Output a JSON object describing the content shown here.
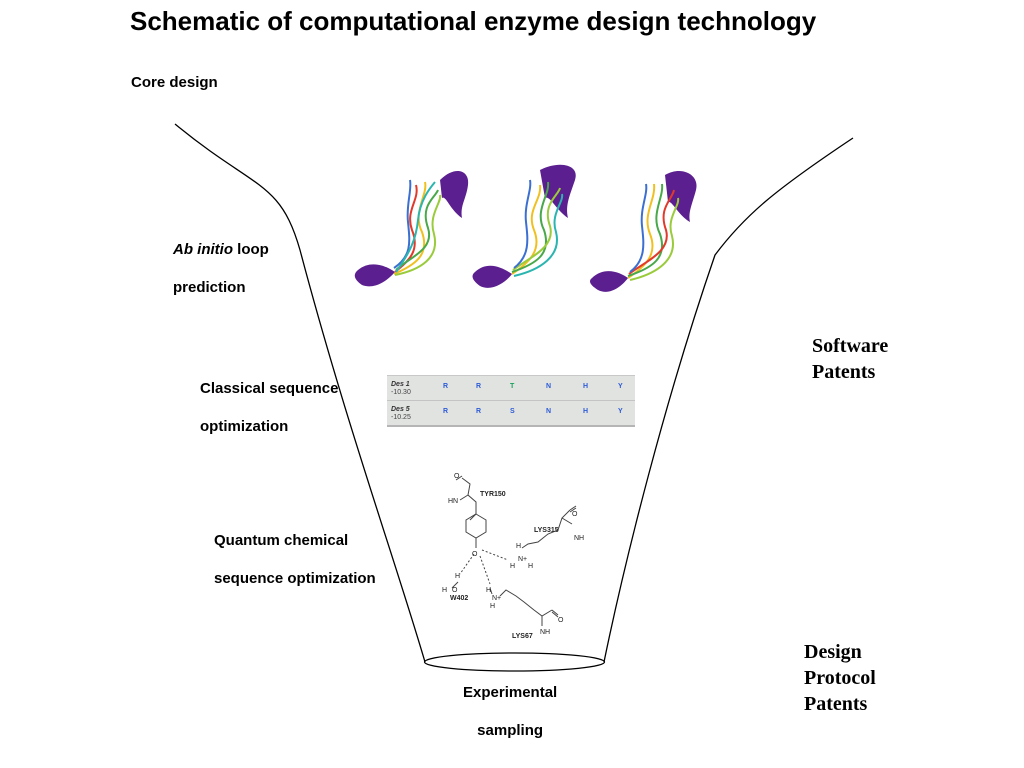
{
  "title": "Schematic of computational enzyme design technology",
  "core_design": "Core design",
  "steps": {
    "ab_initio_italic": "Ab initio",
    "ab_initio_rest": " loop",
    "ab_initio_line2": "prediction",
    "classical_line1": "Classical sequence",
    "classical_line2": "optimization",
    "quantum_line1": "Quantum chemical",
    "quantum_line2": "sequence optimization",
    "experimental_line1": "Experimental",
    "experimental_line2": "sampling"
  },
  "patents": {
    "software_line1": "Software",
    "software_line2": "Patents",
    "design_line1": "Design",
    "design_line2": "Protocol",
    "design_line3": "Patents"
  },
  "sequence_table": {
    "rows": [
      {
        "name": "Des 1",
        "score": "-10.30",
        "residues": [
          "R",
          "R",
          "T",
          "N",
          "H",
          "Y"
        ]
      },
      {
        "name": "Des 5",
        "score": "-10.25",
        "residues": [
          "R",
          "R",
          "S",
          "N",
          "H",
          "Y"
        ]
      }
    ]
  },
  "molecule_labels": {
    "tyr": "TYR150",
    "lys315": "LYS315",
    "lys67": "LYS67",
    "w402": "W402",
    "hn": "HN",
    "nh": "NH",
    "o_minus": "O",
    "o": "O",
    "h": "H",
    "n_plus": "N+"
  },
  "colors": {
    "accent_purple": "#5b1f8f",
    "residue_blue": "#2b5ad6",
    "residue_green": "#1aa05a"
  }
}
